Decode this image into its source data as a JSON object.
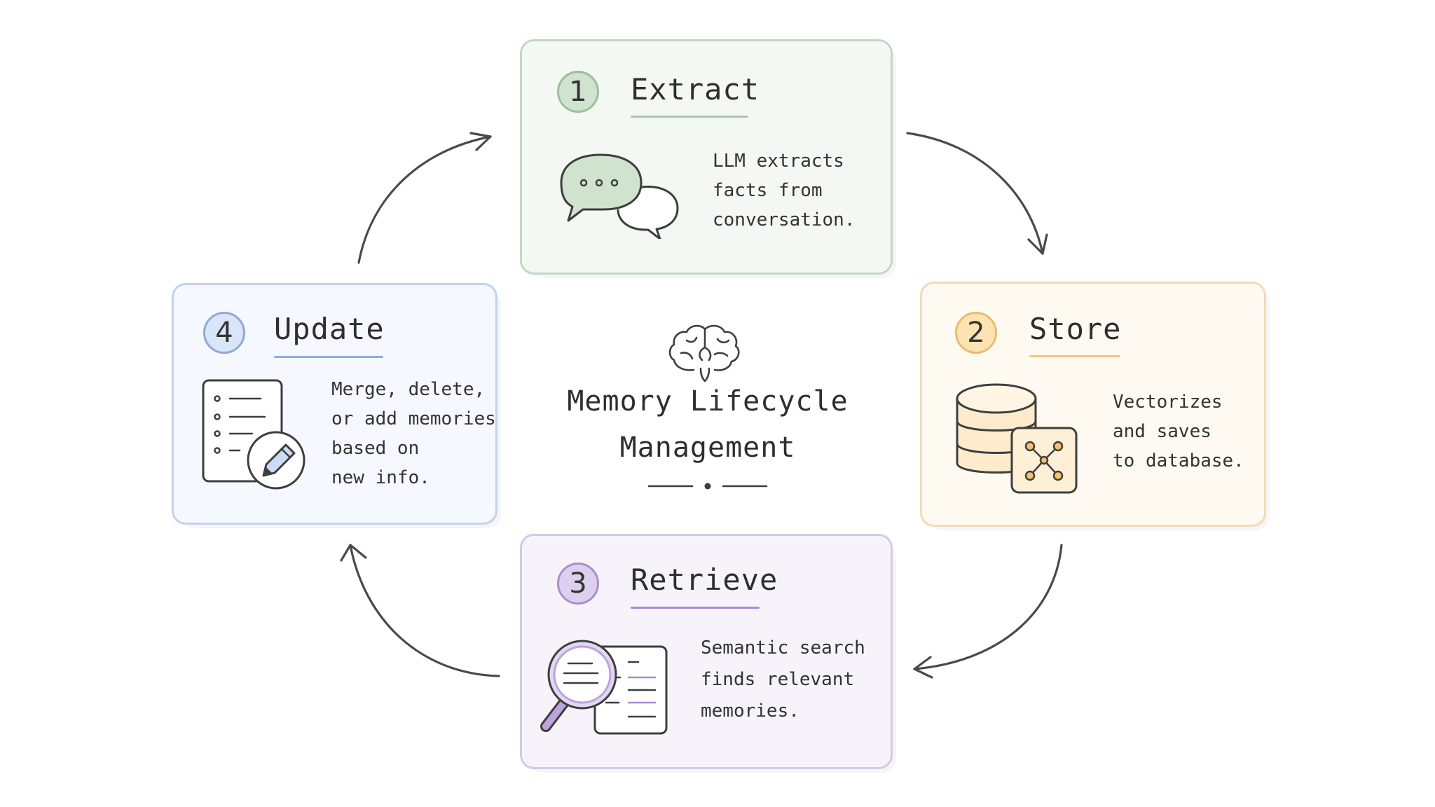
{
  "diagram": {
    "title_lines": [
      "Memory Lifecycle",
      "Management"
    ],
    "icons": {
      "center": "brain-icon"
    },
    "steps": [
      {
        "number": "1",
        "title": "Extract",
        "desc_lines": [
          "LLM extracts",
          "facts from",
          "conversation."
        ],
        "icon": "chat-bubbles-icon",
        "colors": {
          "bg": "#f3f8f3",
          "border": "#c4d6c4",
          "badge": "#cfe3cf",
          "badge_border": "#9dbf9d",
          "accent": "#a9c7a9"
        }
      },
      {
        "number": "2",
        "title": "Store",
        "desc_lines": [
          "Vectorizes",
          "and saves",
          "to database."
        ],
        "icon": "database-icon",
        "colors": {
          "bg": "#fffaf1",
          "border": "#f0dbb8",
          "badge": "#fde3b2",
          "badge_border": "#e8bd6e",
          "accent": "#f0c77e"
        }
      },
      {
        "number": "3",
        "title": "Retrieve",
        "desc_lines": [
          "Semantic search",
          "finds relevant",
          "memories."
        ],
        "icon": "magnifier-icon",
        "colors": {
          "bg": "#f7f3fb",
          "border": "#d6c9e6",
          "badge": "#ddd0ee",
          "badge_border": "#a98fc9",
          "accent": "#a88dd0"
        }
      },
      {
        "number": "4",
        "title": "Update",
        "desc_lines": [
          "Merge, delete,",
          "or add memories",
          "based on",
          "new info."
        ],
        "icon": "edit-document-icon",
        "colors": {
          "bg": "#f5f8fe",
          "border": "#c3d2ec",
          "badge": "#d9e5f9",
          "badge_border": "#8fa9d6",
          "accent": "#93acd9"
        }
      }
    ]
  }
}
